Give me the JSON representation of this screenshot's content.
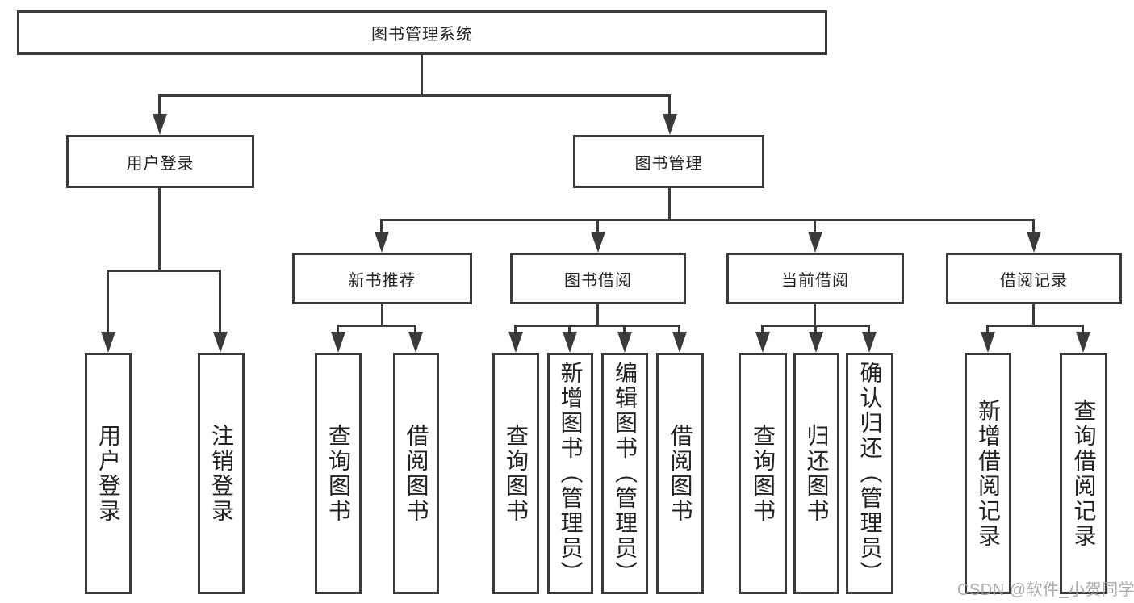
{
  "diagram": {
    "root": "图书管理系统",
    "branches": [
      {
        "label": "用户登录",
        "leaves": [
          "用户登录",
          "注销登录"
        ]
      },
      {
        "label": "图书管理",
        "children": [
          {
            "label": "新书推荐",
            "leaves": [
              "查询图书",
              "借阅图书"
            ]
          },
          {
            "label": "图书借阅",
            "leaves": [
              "查询图书",
              "新增图书（管理员）",
              "编辑图书（管理员）",
              "借阅图书"
            ]
          },
          {
            "label": "当前借阅",
            "leaves": [
              "查询图书",
              "归还图书",
              "确认归还（管理员）"
            ]
          },
          {
            "label": "借阅记录",
            "leaves": [
              "新增借阅记录",
              "查询借阅记录"
            ]
          }
        ]
      }
    ]
  },
  "watermark": "CSDN @软件_小贺同学",
  "colors": {
    "line": "#3a3a3a",
    "text": "#222222",
    "watermark": "#9e9e9e",
    "background": "#ffffff"
  }
}
